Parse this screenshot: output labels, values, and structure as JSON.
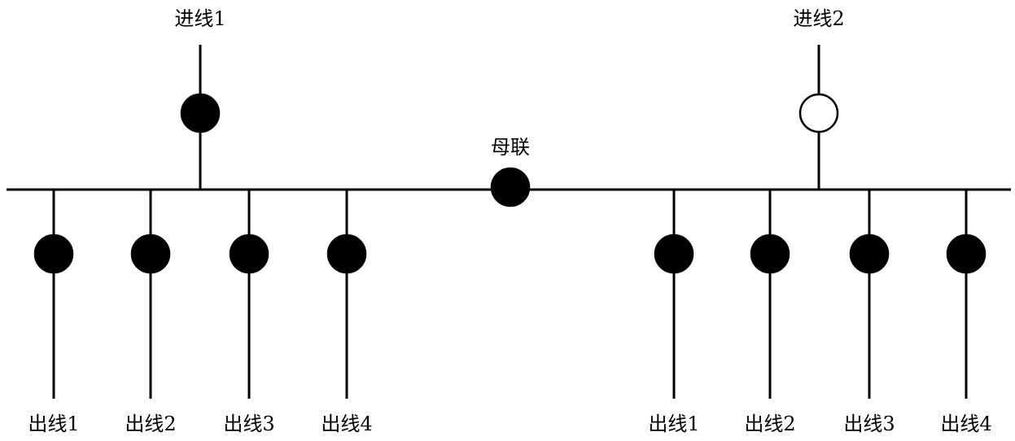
{
  "colors": {
    "line": "#000000",
    "closed_breaker": "#000000",
    "open_breaker": "#ffffff"
  },
  "incoming": [
    {
      "label": "进线1",
      "state": "closed"
    },
    {
      "label": "进线2",
      "state": "open"
    }
  ],
  "bus_tie": {
    "label": "母联",
    "state": "closed"
  },
  "left_outgoing": [
    {
      "label": "出线1",
      "state": "closed"
    },
    {
      "label": "出线2",
      "state": "closed"
    },
    {
      "label": "出线3",
      "state": "closed"
    },
    {
      "label": "出线4",
      "state": "closed"
    }
  ],
  "right_outgoing": [
    {
      "label": "出线1",
      "state": "closed"
    },
    {
      "label": "出线2",
      "state": "closed"
    },
    {
      "label": "出线3",
      "state": "closed"
    },
    {
      "label": "出线4",
      "state": "closed"
    }
  ]
}
